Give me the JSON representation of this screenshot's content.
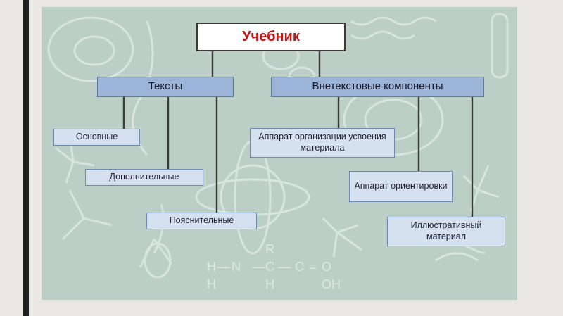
{
  "diagram": {
    "root": {
      "label": "Учебник"
    },
    "branches": [
      {
        "label": "Тексты",
        "children": [
          {
            "label": "Основные"
          },
          {
            "label": "Дополнительные"
          },
          {
            "label": "Пояснительные"
          }
        ]
      },
      {
        "label": "Внетекстовые компоненты",
        "children": [
          {
            "label": "Аппарат организации усвоения материала"
          },
          {
            "label": "Аппарат ориентировки"
          },
          {
            "label": "Иллюстративный материал"
          }
        ]
      }
    ],
    "colors": {
      "title_text": "#cc1111",
      "branch_box": "#9bb3d6",
      "leaf_box": "#d6e1f0",
      "connector": "#3a3a3a",
      "slide_background": "#bccfc6"
    }
  }
}
